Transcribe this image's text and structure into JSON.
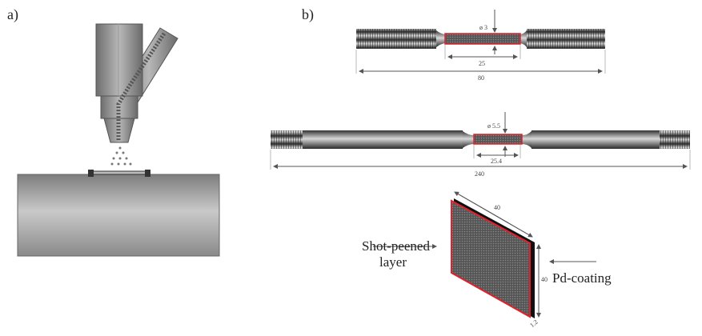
{
  "panels": {
    "a": "a)",
    "b": "b)"
  },
  "specimen_small": {
    "diameter": "ø 3",
    "gauge_length": "25",
    "total_length": "80"
  },
  "specimen_large": {
    "diameter": "ø 5.5",
    "gauge_length": "25.4",
    "total_length": "240"
  },
  "plate": {
    "width": "40",
    "height": "40",
    "thickness": "1.2",
    "label_left_line1": "Shot-peened",
    "label_left_line2": "layer",
    "label_right": "Pd-coating"
  },
  "colors": {
    "highlight": "#e0202a",
    "metal": "#8a8a8a"
  }
}
